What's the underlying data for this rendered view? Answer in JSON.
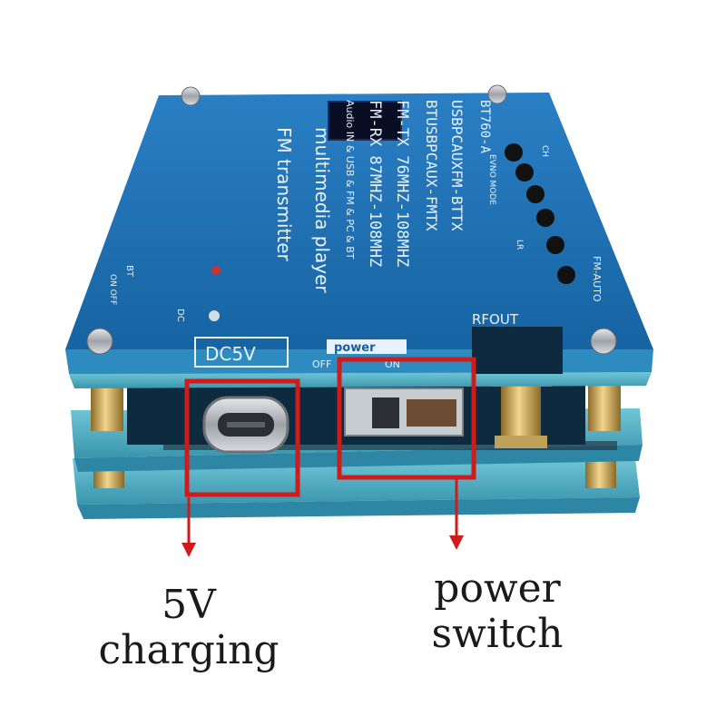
{
  "board": {
    "model": "BT760-A",
    "line_usb_in": "USBPCAUXFM-BTTX",
    "line_bt_in": "BTUSBPCAUX-FMTX",
    "line_fm_tx": "FM-TX 76MHZ-108MHZ",
    "line_fm_rx": "FM-RX 87MHZ-108MHZ",
    "line_audio_in": "Audio IN & USB & FM & PC & BT",
    "title_multimedia": "multimedia player",
    "title_fm": "FM transmitter",
    "label_bt": "BT",
    "label_dc": "DC",
    "label_dc5v": "DC5V",
    "label_power": "power",
    "label_off": "OFF",
    "label_on": "ON",
    "label_rfout": "RFOUT",
    "label_fm_auto": "FM-AUTO",
    "label_onoff": "ON OFF",
    "label_mode": "EVNO MODE",
    "label_lr": "LR",
    "label_ch": "CH"
  },
  "captions": {
    "charging_line1": "5V",
    "charging_line2": "charging",
    "power_line1": "power",
    "power_line2": "switch"
  },
  "colors": {
    "pcb_blue": "#1a73b8",
    "pcb_edge": "#56b3c9",
    "highlight_red": "#d11a1a",
    "caption_text": "#1a1a1a"
  }
}
